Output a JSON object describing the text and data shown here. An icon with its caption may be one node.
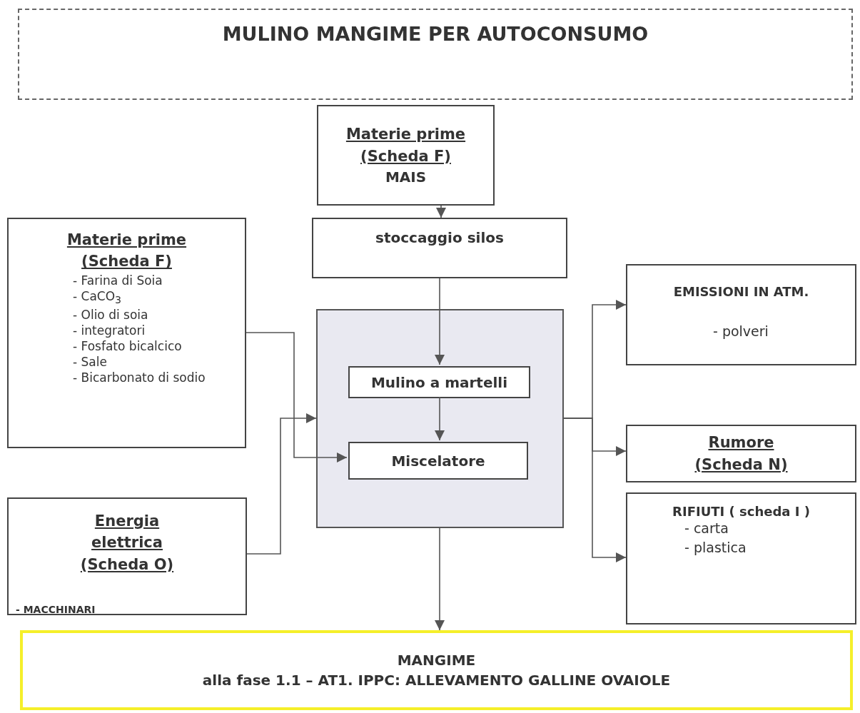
{
  "diagram": {
    "nodes": [
      {
        "text": [
          "MULINO MANGIME PER AUTOCONSUMO"
        ]
      },
      {
        "text": [
          "Materie prime (Scheda F)",
          "MAIS"
        ]
      },
      {
        "text": [
          "Materie prime (Scheda F)",
          "- Farina di Soia",
          "- CaCO$_{3}$",
          "- Olio di soia",
          "- integratori",
          "- Fosfato bicalcico",
          "- Sale",
          "- Bicarbonato di sodio"
        ]
      },
      {
        "text": [
          "stoccaggio silos"
        ]
      },
      {
        "text": [],
        "shape": "box"
      },
      {
        "text": [
          "Mulino a martelli"
        ],
        "in": 4
      },
      {
        "text": [
          "Miscelatore"
        ],
        "in": 4
      },
      {
        "text": [
          "EMISSIONI IN ATM.",
          "- polveri"
        ]
      },
      {
        "text": [
          "Rumore (Scheda N)"
        ]
      },
      {
        "text": [
          "Energia elettrica (Scheda O)",
          "- MACCHINARI"
        ]
      },
      {
        "text": [
          "RIFIUTI ( scheda I )",
          "- carta",
          "- plastica"
        ]
      },
      {
        "text": [
          "MANGIME",
          "alla fase 1.1 – AT1. IPPC: ALLEVAMENTO GALLINE OVAIOLE"
        ]
      }
    ],
    "edges": [
      {
        "from": 1,
        "to": 3,
        "arrow": "to"
      },
      {
        "from": 3,
        "to": 5,
        "arrow": "to"
      },
      {
        "from": 5,
        "to": 6,
        "arrow": "to"
      },
      {
        "from": 2,
        "to": 6,
        "arrow": "to"
      },
      {
        "from": 9,
        "to": 4,
        "arrow": "to"
      },
      {
        "from": 4,
        "to": 7,
        "arrow": "to"
      },
      {
        "from": 4,
        "to": 8,
        "arrow": "to"
      },
      {
        "from": 4,
        "to": 10,
        "arrow": "to"
      },
      {
        "from": 4,
        "to": 11,
        "arrow": "to"
      }
    ]
  }
}
